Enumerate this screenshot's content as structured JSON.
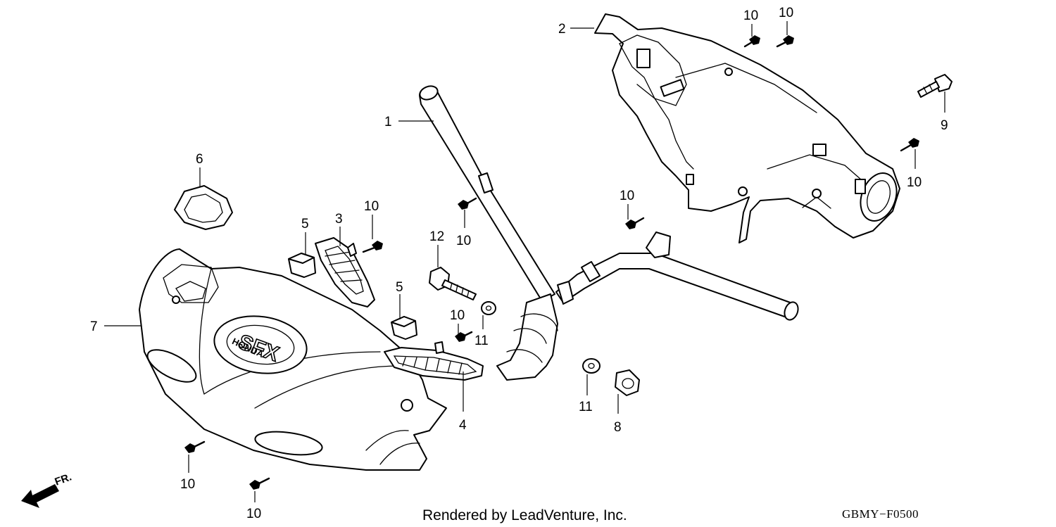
{
  "diagram": {
    "callouts": [
      {
        "id": "c1",
        "label": "1"
      },
      {
        "id": "c2",
        "label": "2"
      },
      {
        "id": "c3",
        "label": "3"
      },
      {
        "id": "c4",
        "label": "4"
      },
      {
        "id": "c5a",
        "label": "5"
      },
      {
        "id": "c5b",
        "label": "5"
      },
      {
        "id": "c6",
        "label": "6"
      },
      {
        "id": "c7",
        "label": "7"
      },
      {
        "id": "c8",
        "label": "8"
      },
      {
        "id": "c9",
        "label": "9"
      },
      {
        "id": "c10a",
        "label": "10"
      },
      {
        "id": "c10b",
        "label": "10"
      },
      {
        "id": "c10c",
        "label": "10"
      },
      {
        "id": "c10d",
        "label": "10"
      },
      {
        "id": "c10e",
        "label": "10"
      },
      {
        "id": "c10f",
        "label": "10"
      },
      {
        "id": "c10g",
        "label": "10"
      },
      {
        "id": "c10h",
        "label": "10"
      },
      {
        "id": "c10i",
        "label": "10"
      },
      {
        "id": "c11a",
        "label": "11"
      },
      {
        "id": "c11b",
        "label": "11"
      },
      {
        "id": "c12",
        "label": "12"
      }
    ],
    "logo": {
      "big": "SFX",
      "ring": "HONDA"
    },
    "direction_label": "FR.",
    "footer": "Rendered by LeadVenture, Inc.",
    "diagram_code": "GBMY−F0500"
  }
}
